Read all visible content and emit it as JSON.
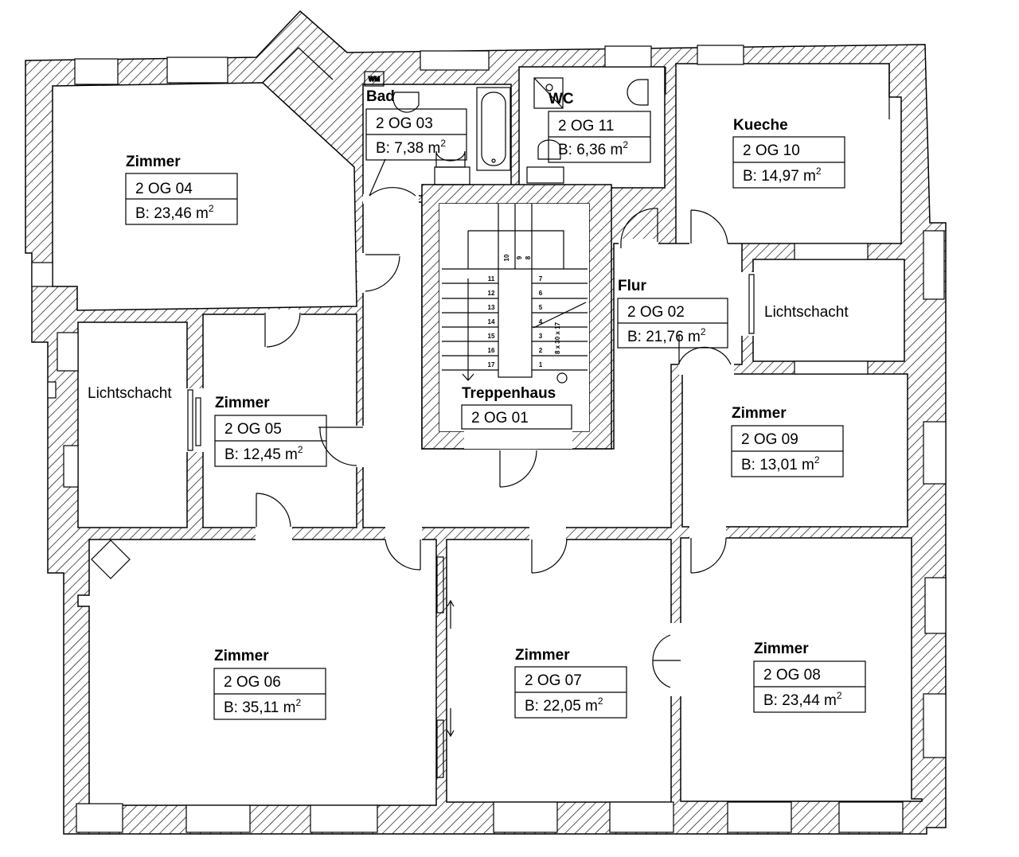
{
  "plan": {
    "rooms": [
      {
        "id": "r04",
        "label": "Zimmer",
        "code": "2 OG 04",
        "area_prefix": "B: 23,46 m",
        "area_sup": "2"
      },
      {
        "id": "r03",
        "label": "Bad",
        "code": "2 OG 03",
        "area_prefix": "B: 7,38 m",
        "area_sup": "2"
      },
      {
        "id": "r11",
        "label": "WC",
        "code": "2 OG 11",
        "area_prefix": "B: 6,36 m",
        "area_sup": "2"
      },
      {
        "id": "r10",
        "label": "Kueche",
        "code": "2 OG 10",
        "area_prefix": "B: 14,97 m",
        "area_sup": "2"
      },
      {
        "id": "r02",
        "label": "Flur",
        "code": "2 OG 02",
        "area_prefix": "B: 21,76 m",
        "area_sup": "2"
      },
      {
        "id": "r01",
        "label": "Treppenhaus",
        "code": "2 OG 01"
      },
      {
        "id": "r05",
        "label": "Zimmer",
        "code": "2 OG 05",
        "area_prefix": "B: 12,45 m",
        "area_sup": "2"
      },
      {
        "id": "r09",
        "label": "Zimmer",
        "code": "2 OG 09",
        "area_prefix": "B: 13,01 m",
        "area_sup": "2"
      },
      {
        "id": "r06",
        "label": "Zimmer",
        "code": "2 OG 06",
        "area_prefix": "B: 35,11 m",
        "area_sup": "2"
      },
      {
        "id": "r07",
        "label": "Zimmer",
        "code": "2 OG 07",
        "area_prefix": "B: 22,05 m",
        "area_sup": "2"
      },
      {
        "id": "r08",
        "label": "Zimmer",
        "code": "2 OG 08",
        "area_prefix": "B: 23,44 m",
        "area_sup": "2"
      }
    ],
    "lightwells": [
      "Lichtschacht",
      "Lichtschacht"
    ],
    "appliance": "WM",
    "stair": {
      "left_steps": [
        "11",
        "12",
        "13",
        "14",
        "15",
        "16",
        "17"
      ],
      "right_steps": [
        "7",
        "6",
        "5",
        "4",
        "3",
        "2",
        "1"
      ],
      "top_steps": [
        "10",
        "9",
        "8"
      ],
      "dimension": "8 x 30 x 17"
    }
  }
}
